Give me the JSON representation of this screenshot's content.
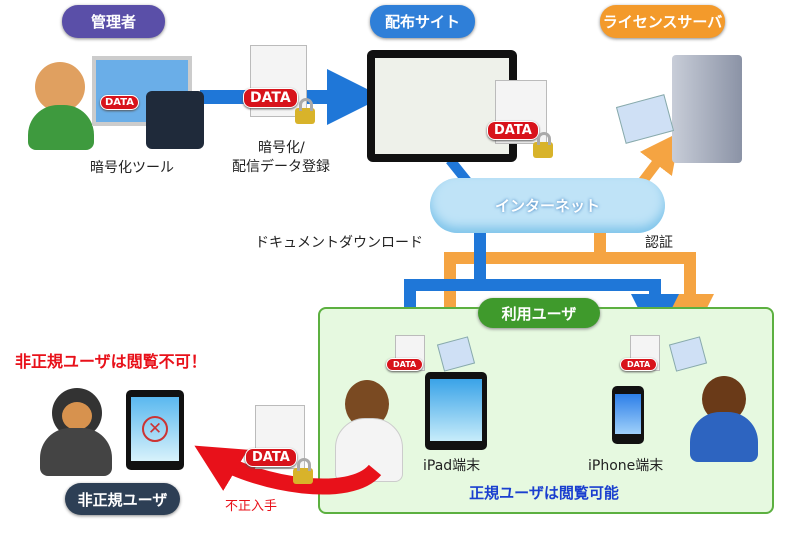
{
  "roles": {
    "admin": "管理者",
    "site": "配布サイト",
    "license": "ライセンスサーバ",
    "users": "利用ユーザ",
    "unauthorized": "非正規ユーザ"
  },
  "labels": {
    "tool": "暗号化ツール",
    "encrypt_line1": "暗号化/",
    "encrypt_line2": "配信データ登録",
    "internet": "インターネット",
    "download": "ドキュメントダウンロード",
    "auth": "認証",
    "ipad": "iPad端末",
    "iphone": "iPhone端末",
    "authorized_note": "正規ユーザは閲覧可能",
    "unauthorized_note": "非正規ユーザは閲覧不可！",
    "illegal": "不正入手",
    "data": "DATA"
  },
  "colors": {
    "admin": "#5a4fa8",
    "site": "#2f7fd8",
    "license": "#f39a2b",
    "users": "#3f9a2c",
    "unauthorized": "#2d3f55",
    "download_arrow": "#1f77d8",
    "auth_arrow": "#f5a442",
    "illegal_arrow": "#e8111a"
  }
}
